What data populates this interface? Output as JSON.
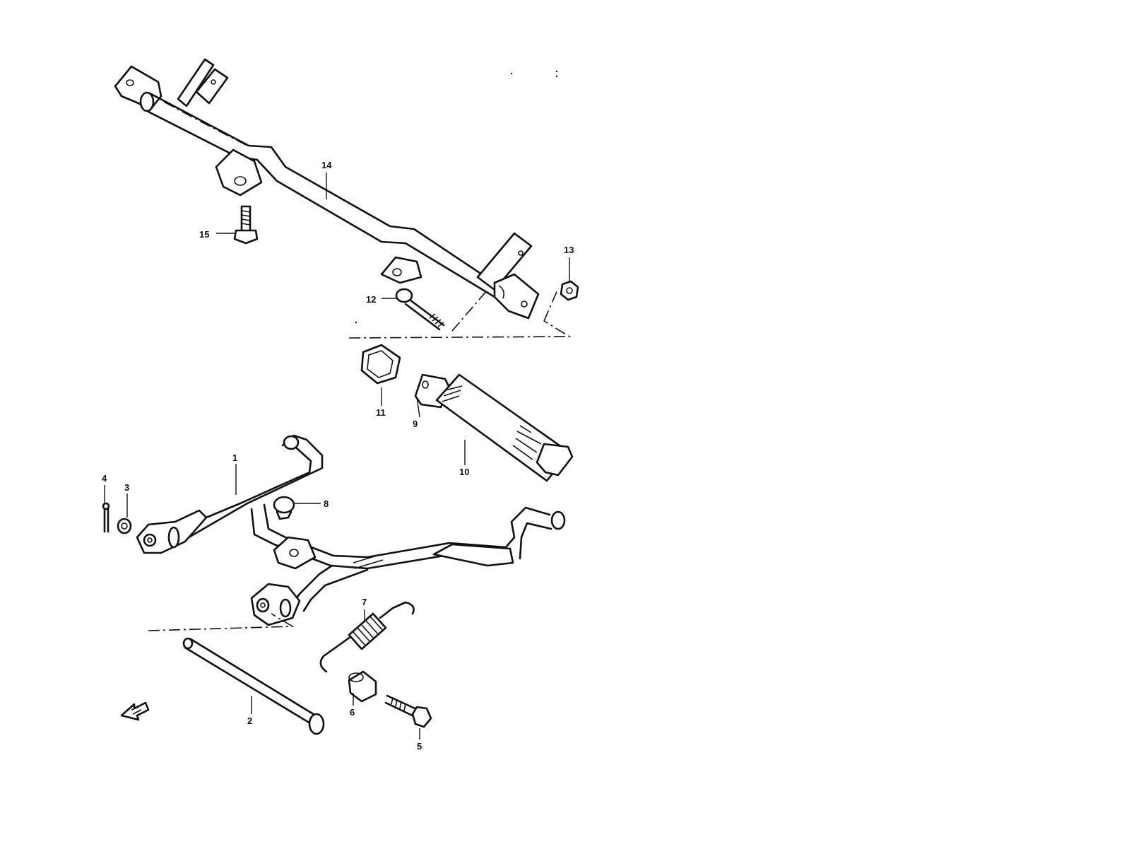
{
  "callouts": [
    {
      "id": "1",
      "label": "1"
    },
    {
      "id": "2",
      "label": "2"
    },
    {
      "id": "3",
      "label": "3"
    },
    {
      "id": "4",
      "label": "4"
    },
    {
      "id": "5",
      "label": "5"
    },
    {
      "id": "6",
      "label": "6"
    },
    {
      "id": "7",
      "label": "7"
    },
    {
      "id": "8",
      "label": "8"
    },
    {
      "id": "9",
      "label": "9"
    },
    {
      "id": "10",
      "label": "10"
    },
    {
      "id": "11",
      "label": "11"
    },
    {
      "id": "12",
      "label": "12"
    },
    {
      "id": "13",
      "label": "13"
    },
    {
      "id": "14",
      "label": "14"
    },
    {
      "id": "15",
      "label": "15"
    }
  ],
  "icons": {
    "front_direction": "front-arrow-icon"
  },
  "colors": {
    "line": "#111111",
    "background": "#ffffff"
  }
}
